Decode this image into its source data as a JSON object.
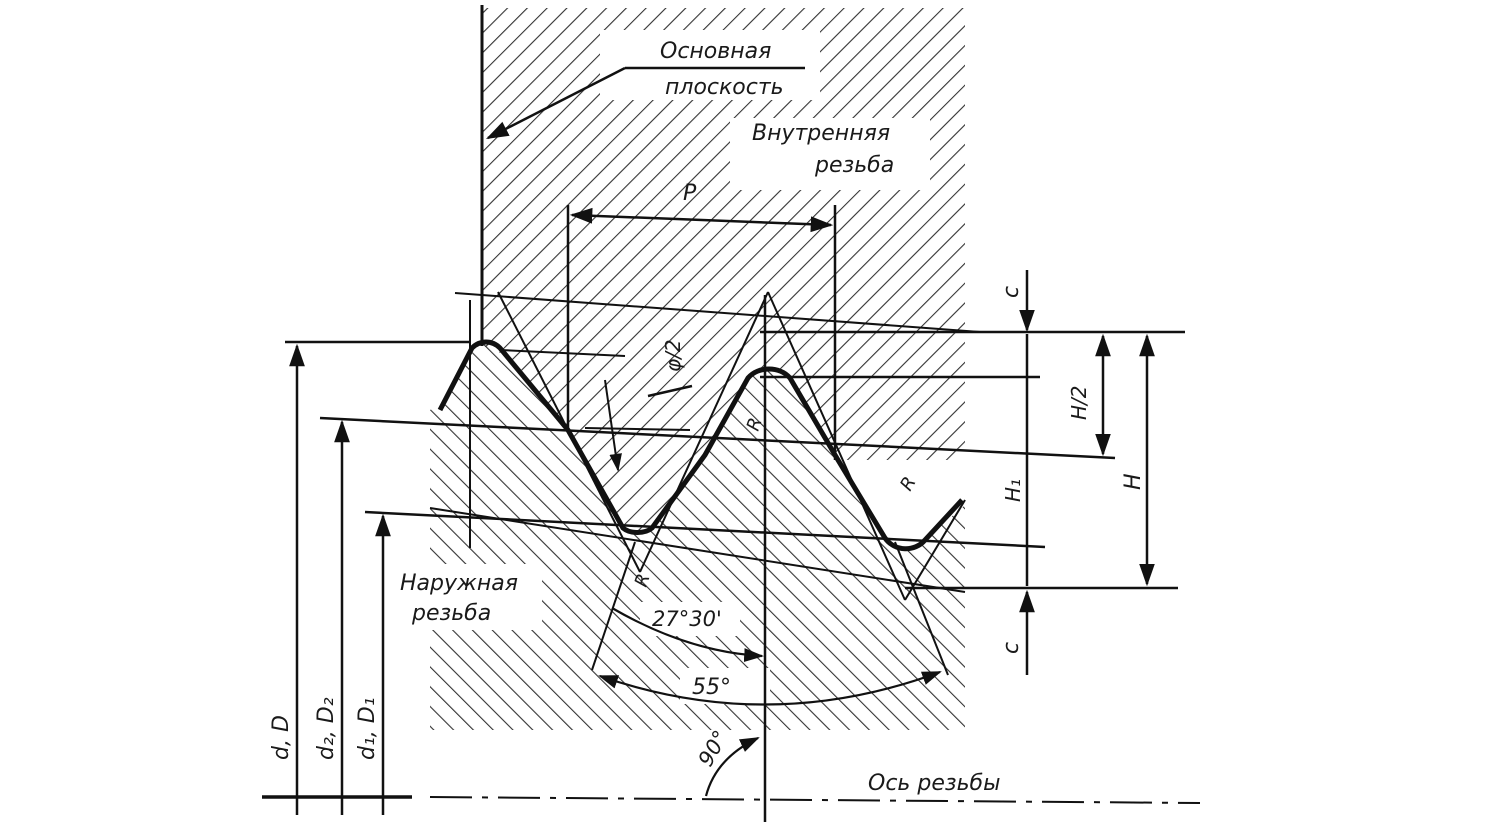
{
  "labels": {
    "basic_plane_line1": "Основная",
    "basic_plane_line2": "плоскость",
    "internal_thread_line1": "Внутренняя",
    "internal_thread_line2": "резьба",
    "external_thread_line1": "Наружная",
    "external_thread_line2": "резьба",
    "thread_axis": "Ось резьбы",
    "pitch": "P",
    "half_angle_phi": "φ/2",
    "radius_upper": "R",
    "radius_lower_left": "R",
    "radius_lower_right": "R",
    "clearance_top": "c",
    "clearance_bottom": "c",
    "half_height": "H/2",
    "working_height": "H₁",
    "height": "H",
    "half_profile_angle": "27°30'",
    "profile_angle": "55°",
    "right_angle": "90°",
    "major_diameter": "d, D",
    "pitch_diameter": "d₂, D₂",
    "minor_diameter": "d₁, D₁"
  },
  "colors": {
    "line": "#111111",
    "hatch": "#333333",
    "background": "#ffffff"
  }
}
